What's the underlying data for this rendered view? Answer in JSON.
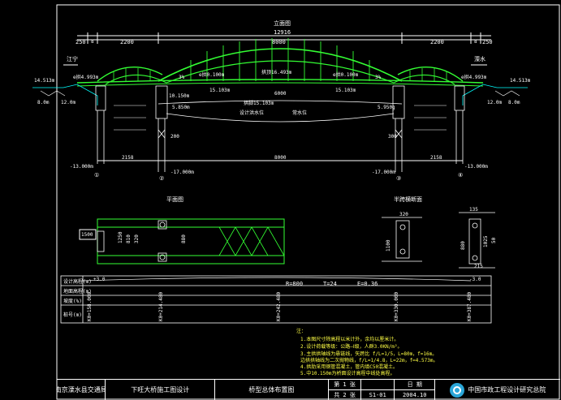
{
  "labels": {
    "elevation_title": "立面图",
    "plan_title": "平面图",
    "section_title": "半跨横断面",
    "left_dir": "江宁",
    "right_dir": "溧水",
    "dim_total": "12916",
    "dim_main": "8000",
    "dim_side_left": "2200",
    "dim_side_right": "2200",
    "dim_edge_left": "250",
    "dim_edge_right": "250",
    "dim_abut_left": "8",
    "dim_abut_right": "8",
    "dim_pier_left": "2158",
    "dim_pier_right": "2158",
    "dim_center": "6000",
    "dim_bottom_main": "8000",
    "elev_top": "拱顶16.493m",
    "elev_left_top": "e拱4.993m",
    "elev_right_top": "e拱4.993m",
    "elev_left_mid": "e拱0.100m",
    "elev_right_mid": "e拱0.100m",
    "elev_left_bank": "14.513m",
    "elev_right_bank": "14.513m",
    "elev_left_ground": "8.0m",
    "elev_right_ground": "8.0m",
    "elev_left_12": "12.0m",
    "elev_right_12": "12.0m",
    "elev_deck_left": "15.103m",
    "elev_deck_right": "15.103m",
    "elev_deck_mid": "拱脚15.103m",
    "elev_10150": "10.150m",
    "elev_5850": "5.850m",
    "elev_5950": "5.950g",
    "elev_bottom_left": "-13.000m",
    "elev_bottom_right": "-13.000m",
    "elev_pile_left": "-17.000m",
    "elev_pile_right": "-17.000m",
    "water_high": "设计洪水位",
    "water_low": "常水位",
    "pier_dim_200": "200",
    "pier_dim_300": "300",
    "node_1": "①",
    "node_2": "②",
    "node_3": "③",
    "node_4": "④",
    "slope_35": "3%",
    "plan_w1": "1500",
    "plan_w2": "1250",
    "plan_w3": "810",
    "plan_w4": "320",
    "plan_w5": "880",
    "sec_320": "320",
    "sec_135": "135",
    "sec_1100": "1100",
    "sec_880": "880",
    "sec_215": "215",
    "sec_1025": "1025",
    "sec_50": "50",
    "profile_R": "R=800",
    "profile_T": "T=24",
    "profile_E": "E=0.36",
    "profile_slope_l": "+3.0",
    "profile_slope_r": "-3.0",
    "profile_rows": [
      "设计高程(m)",
      "地面高程(m)",
      "坡度(%)",
      "桩号(m)"
    ],
    "station_1": "K0+158.000",
    "station_2": "K0+214.480",
    "station_3": "K0+242.480",
    "station_4": "K0+330.000",
    "station_5": "K0+387.480",
    "notes_title": "注：",
    "notes": [
      "1.本图尺寸除高程以米计外，余均以厘米计。",
      "2.设计荷载等级：公路—Ⅰ级，人群3.0KN/m²。",
      "3.主拱拱轴线为悬链线，矢跨比 f/L=1/5，L=80m，f=16m。",
      "  边拱拱轴线为二次抛物线，f/L=1/4.8，L=22m，f=4.573m。",
      "4.拱肋采用钢管混凝土，管内填C50混凝土。",
      "5.中10.150m为桥面设计高程中线处高程。"
    ]
  },
  "titleblock": {
    "owner": "南京溧水县交通局",
    "project": "下旺大桥施工图设计",
    "drawing": "桥型总体布置图",
    "sheet_no": "第 1 张",
    "sheet_total": "共 2 张",
    "drawing_no": "S1-01",
    "date_label": "日 期",
    "date_value": "2004.10",
    "company": "中国市政工程设计研究总院"
  },
  "colors": {
    "structure": "#33ff33",
    "lines": "#ffffff",
    "ground": "#00ffff",
    "logo": "#2aa6d8"
  }
}
